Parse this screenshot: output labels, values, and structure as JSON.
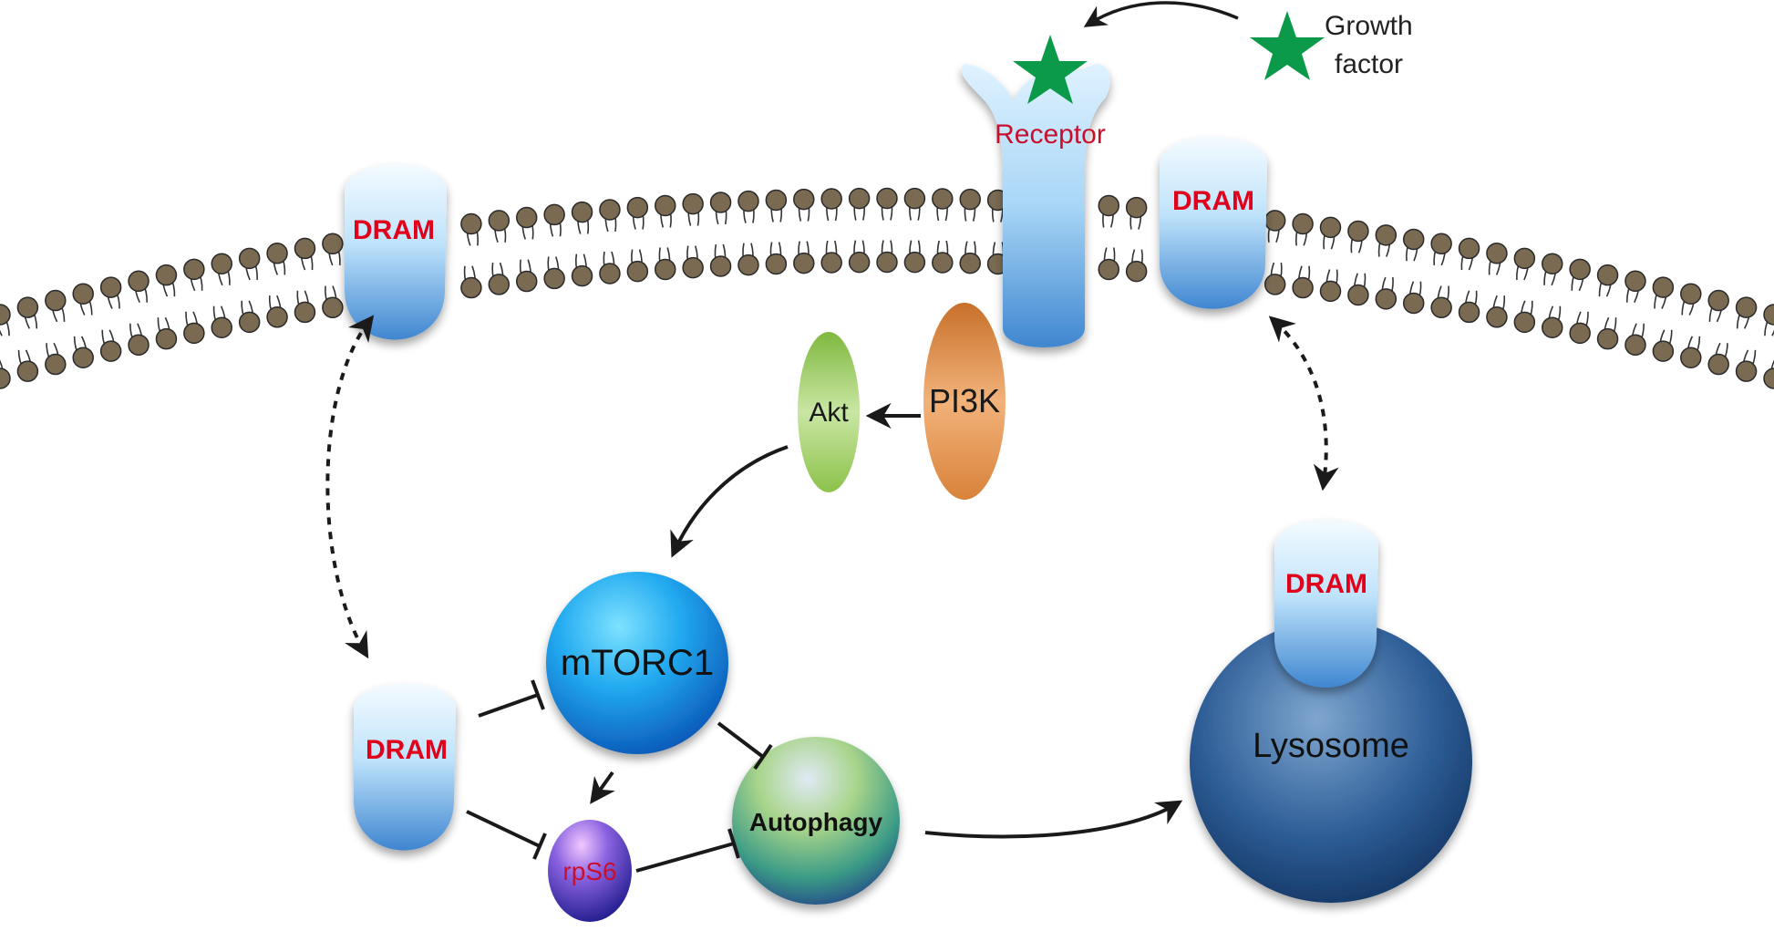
{
  "labels": {
    "growth_factor_line1": "Growth",
    "growth_factor_line2": "factor",
    "receptor": "Receptor",
    "dram_membrane_left": "DRAM",
    "dram_membrane_right": "DRAM",
    "dram_lysosome": "DRAM",
    "dram_cytosol": "DRAM",
    "pi3k": "PI3K",
    "akt": "Akt",
    "mtorc1": "mTORC1",
    "rps6": "rpS6",
    "autophagy": "Autophagy",
    "lysosome": "Lysosome"
  },
  "colors": {
    "dram_text": "#e0001b",
    "receptor_text": "#c8102e",
    "rps6_text": "#c8102e",
    "star": "#0a9a4a",
    "lipid_head": "#7a6a52",
    "protein_light": "#e8f6ff",
    "protein_dark": "#4a90d9",
    "pi3k": "#d9823a",
    "akt": "#8cc24a",
    "mtorc1": "#1e8fdc",
    "lysosome": "#2a5a92",
    "arrow": "#1a1a1a"
  }
}
